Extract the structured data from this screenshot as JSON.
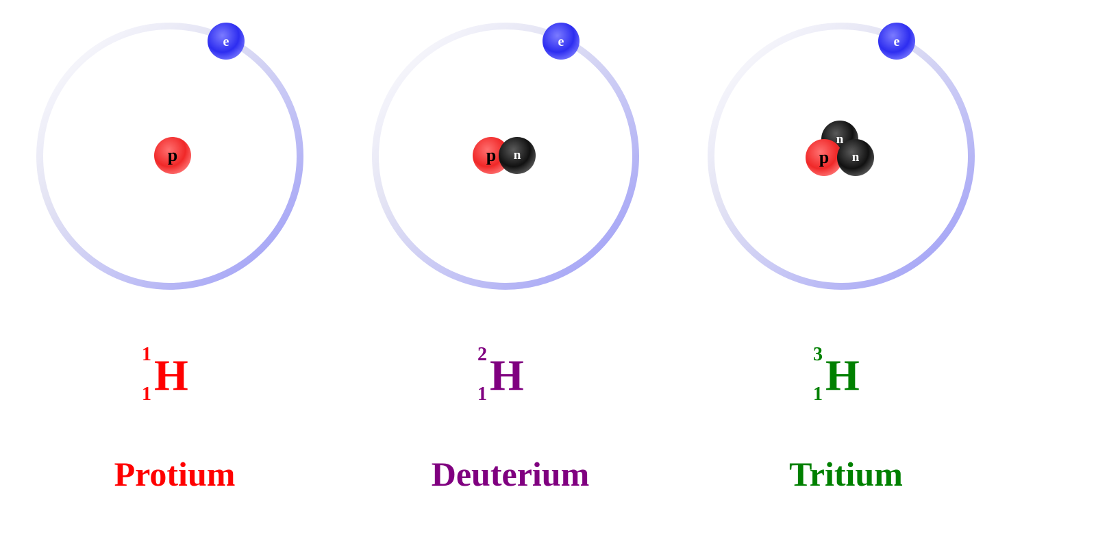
{
  "labels": {
    "electron": "e",
    "proton": "p",
    "neutron": "n"
  },
  "colors": {
    "orbit": "#a0a0f8",
    "electron": "#3333ee",
    "proton": "#ee2a2a",
    "neutron": "#1a1a1a"
  },
  "isotopes": [
    {
      "mass_number": "1",
      "atomic_number": "1",
      "symbol": "H",
      "name": "Protium",
      "color": "#ff0000",
      "neutrons": 0
    },
    {
      "mass_number": "2",
      "atomic_number": "1",
      "symbol": "H",
      "name": "Deuterium",
      "color": "#800080",
      "neutrons": 1
    },
    {
      "mass_number": "3",
      "atomic_number": "1",
      "symbol": "H",
      "name": "Tritium",
      "color": "#008000",
      "neutrons": 2
    }
  ]
}
